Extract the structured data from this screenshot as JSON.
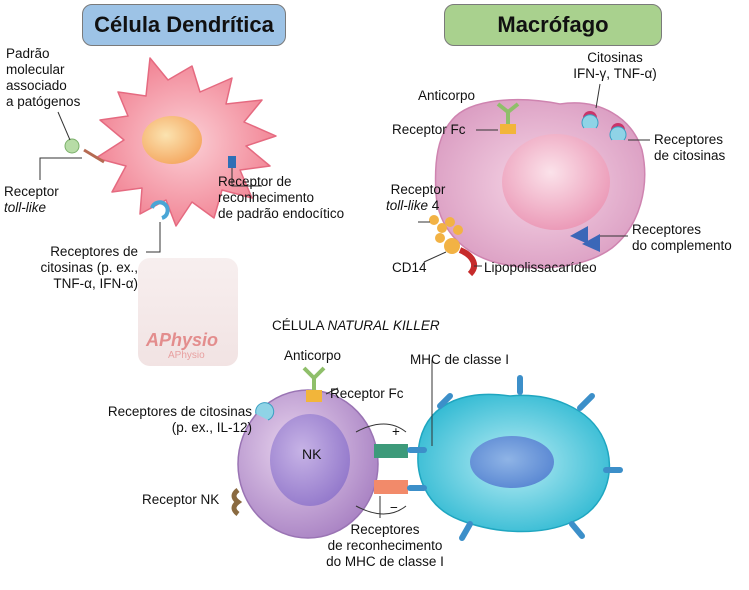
{
  "titles": {
    "dendritic": "Célula Dendrítica",
    "macrophage": "Macrófago",
    "nk_section": "CÉLULA NATURAL KILLER"
  },
  "dendritic": {
    "pamp": "Padrão\nmolecular\nassociado\na patógenos",
    "toll_receptor_line1": "Receptor",
    "toll_receptor_line2": "toll-like",
    "endocytic_receptor": "Receptor de\nreconhecimento\nde padrão endocítico",
    "cytokine_receptors": "Receptores de\ncitosinas (p. ex.,\nTNF-α, IFN-α)"
  },
  "macrophage": {
    "antibody": "Anticorpo",
    "fc_receptor": "Receptor Fc",
    "cytokines": "Citosinas\nIFN-γ, TNF-α)",
    "cytokine_receptors": "Receptores\nde citosinas",
    "toll_receptor_line1": "Receptor",
    "toll_receptor_line2_italic": "toll-like",
    "toll_receptor_line2_num": " 4",
    "cd14": "CD14",
    "lps": "Lipopolissacarídeo",
    "complement_receptors": "Receptores\ndo complemento"
  },
  "nk": {
    "section_prefix": "CÉLULA ",
    "section_italic": "NATURAL KILLER",
    "antibody": "Anticorpo",
    "fc_receptor": "Receptor Fc",
    "cytokine_receptors": "Receptores de citosinas\n(p. ex., IL-12)",
    "nk_receptor": "Receptor NK",
    "nk_label": "NK",
    "mhc_class_i": "MHC de classe I",
    "mhc_recognition": "Receptores\nde reconhecimento\ndo MHC de classe I",
    "plus": "+",
    "minus": "−"
  },
  "watermark": {
    "brand": "APhysio",
    "sub": "APhysio"
  },
  "colors": {
    "dendritic_cell": "#f27a8c",
    "macrophage_cell": "#e6a7c8",
    "nk_cell": "#b48ac8",
    "target_cell": "#3cc0d6",
    "dendritic_title_bg": "#9dc3e6",
    "macrophage_title_bg": "#a9d18e"
  }
}
